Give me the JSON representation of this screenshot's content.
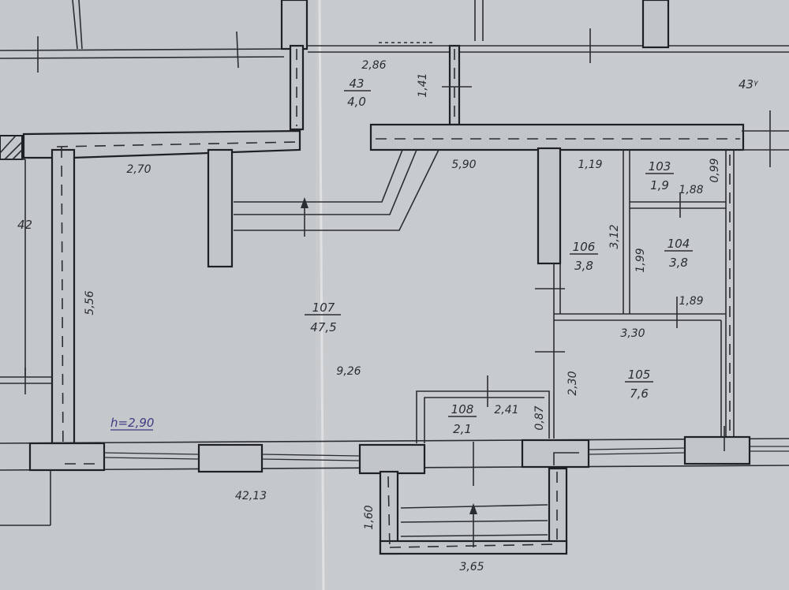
{
  "plan": {
    "height_label": "h=2,90",
    "rooms": [
      {
        "id": "room-43",
        "number": "43",
        "area": "4,0"
      },
      {
        "id": "room-103",
        "number": "103",
        "area": "1,9"
      },
      {
        "id": "room-104",
        "number": "104",
        "area": "3,8"
      },
      {
        "id": "room-105",
        "number": "105",
        "area": "7,6"
      },
      {
        "id": "room-106",
        "number": "106",
        "area": "3,8"
      },
      {
        "id": "room-107",
        "number": "107",
        "area": "47,5"
      },
      {
        "id": "room-108",
        "number": "108",
        "area": "2,1"
      }
    ],
    "labels": {
      "neighbor_42": "42",
      "corner_43": "43ᵞ"
    },
    "dimensions": {
      "d_286": "2,86",
      "d_141": "1,41",
      "d_270": "2,70",
      "d_590": "5,90",
      "d_119": "1,19",
      "d_099": "0,99",
      "d_188": "1,88",
      "d_312": "3,12",
      "d_199": "1,99",
      "d_189": "1,89",
      "d_556": "5,56",
      "d_926": "9,26",
      "d_330": "3,30",
      "d_230": "2,30",
      "d_241": "2,41",
      "d_087": "0,87",
      "d_4213": "42,13",
      "d_160": "1,60",
      "d_365": "3,65"
    }
  }
}
